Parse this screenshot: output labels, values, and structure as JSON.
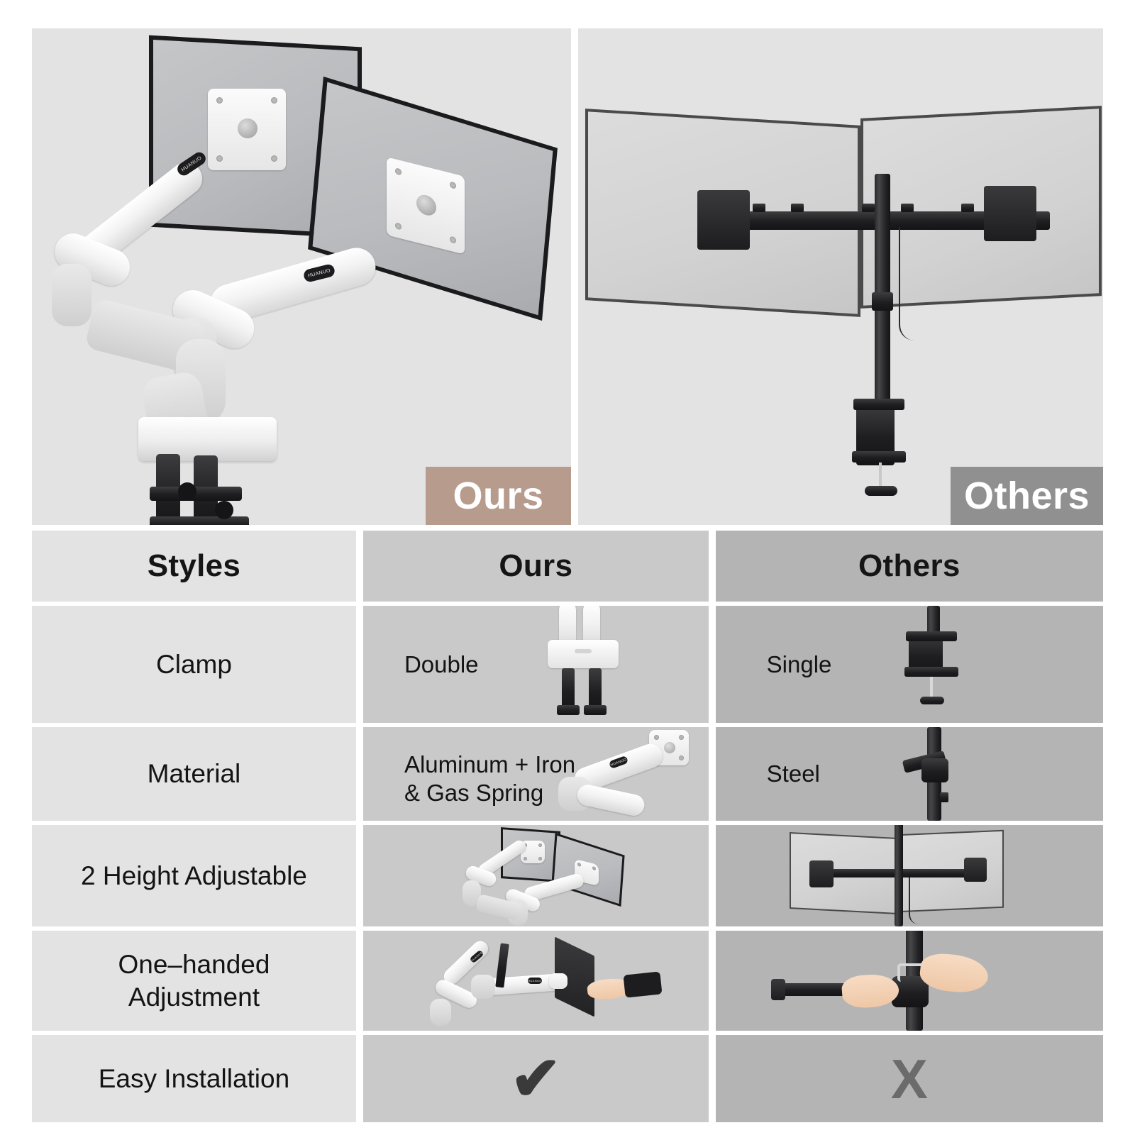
{
  "hero": {
    "ours": {
      "badge_label": "Ours",
      "badge_color": "#b79b8d",
      "brand_logo_text": "HUANUO",
      "product_description": "White dual gas-spring monitor arm with double desk clamp holding two monitors"
    },
    "others": {
      "badge_label": "Others",
      "badge_color": "#909090",
      "product_description": "Black single-pole dual monitor mount with one desk clamp holding two monitors"
    }
  },
  "table": {
    "header": {
      "styles": "Styles",
      "ours": "Ours",
      "others": "Others"
    },
    "colors": {
      "styles_bg": "#e3e3e3",
      "ours_bg": "#c9c9c9",
      "others_bg": "#b4b4b4",
      "check_color": "#3a3a3a",
      "x_color": "#6b6b6b"
    },
    "rows": [
      {
        "style": "Clamp",
        "ours_value": "Double",
        "others_value": "Single",
        "ours_art": "white-double-clamp",
        "others_art": "black-single-clamp"
      },
      {
        "style": "Material",
        "ours_value": "Aluminum + Iron\n& Gas Spring",
        "ours_value_line1": "Aluminum + Iron",
        "ours_value_line2": "& Gas Spring",
        "others_value": "Steel",
        "ours_art": "white-arm-closeup",
        "others_art": "black-pole-closeup"
      },
      {
        "style": "2 Height Adjustable",
        "ours_value": "",
        "others_value": "",
        "ours_art": "white-arms-two-monitors-staggered",
        "others_art": "black-pole-two-monitors-level"
      },
      {
        "style": "One–handed\nAdjustment",
        "style_line1": "One–handed",
        "style_line2": "Adjustment",
        "ours_value": "",
        "others_value": "",
        "ours_art": "one-hand-adjusting-white-arm",
        "others_art": "two-hands-adjusting-black-pole"
      },
      {
        "style": "Easy Installation",
        "ours_value": "",
        "others_value": "",
        "ours_art": "check-mark",
        "others_art": "x-mark",
        "ours_mark": "✔",
        "others_mark": "X"
      }
    ]
  }
}
